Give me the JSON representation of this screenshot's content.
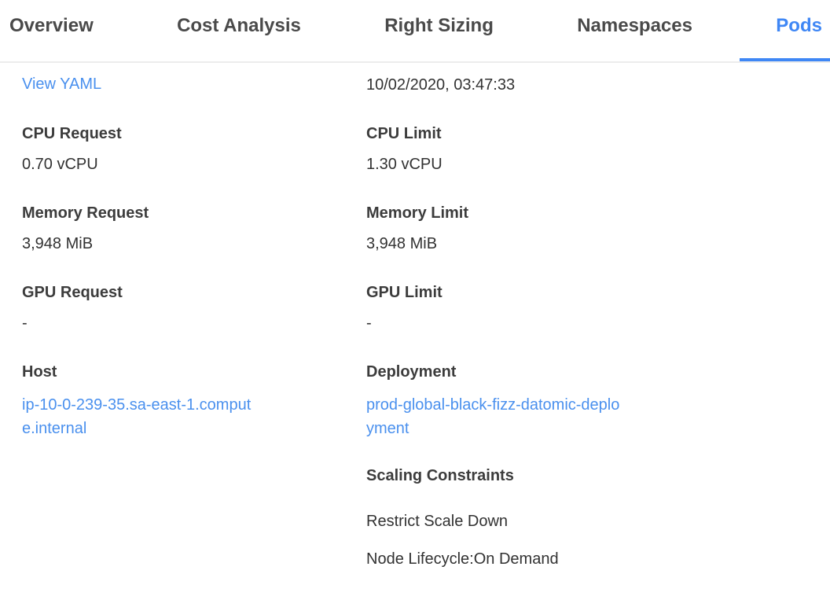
{
  "colors": {
    "accent_blue": "#3f87f5",
    "link_blue": "#4a90ee",
    "tab_text": "#4a4a4a",
    "label_text": "#3c3c3c",
    "value_text": "#323232",
    "divider": "#ececec"
  },
  "tabs": [
    {
      "label": "Overview",
      "active": false
    },
    {
      "label": "Cost Analysis",
      "active": false
    },
    {
      "label": "Right Sizing",
      "active": false
    },
    {
      "label": "Namespaces",
      "active": false
    },
    {
      "label": "Pods",
      "active": true
    }
  ],
  "detail": {
    "view_yaml_label": "View YAML",
    "timestamp": "10/02/2020, 03:47:33",
    "left_fields": [
      {
        "label": "CPU Request",
        "value": "0.70 vCPU"
      },
      {
        "label": "Memory Request",
        "value": "3,948 MiB"
      },
      {
        "label": "GPU Request",
        "value": "-"
      },
      {
        "label": "Host",
        "value": "ip-10-0-239-35.sa-east-1.compute.internal"
      }
    ],
    "right_fields": [
      {
        "label": "CPU Limit",
        "value": "1.30 vCPU"
      },
      {
        "label": "Memory Limit",
        "value": "3,948 MiB"
      },
      {
        "label": "GPU Limit",
        "value": "-"
      },
      {
        "label": "Deployment",
        "value": "prod-global-black-fizz-datomic-deployment"
      }
    ],
    "scaling": {
      "label": "Scaling Constraints",
      "items": [
        "Restrict Scale Down",
        "Node Lifecycle:On Demand"
      ]
    }
  }
}
